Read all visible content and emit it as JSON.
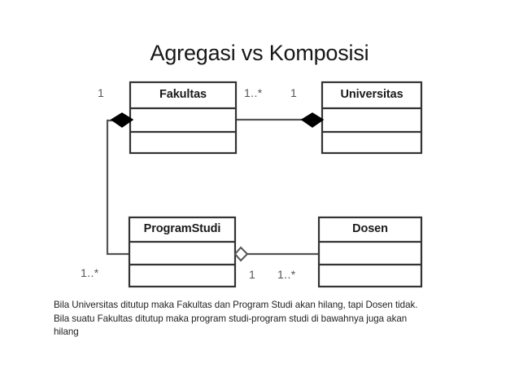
{
  "slide": {
    "title": "Agregasi vs Komposisi",
    "background_color": "#ffffff"
  },
  "diagram": {
    "type": "uml-class-diagram",
    "line_color": "#555555",
    "box_border_color": "#333333",
    "box_fill_color": "#ffffff",
    "classes": [
      {
        "id": "fakultas",
        "name": "Fakultas",
        "compartments": 3
      },
      {
        "id": "universitas",
        "name": "Universitas",
        "compartments": 3
      },
      {
        "id": "programstudi",
        "name": "ProgramStudi",
        "compartments": 3
      },
      {
        "id": "dosen",
        "name": "Dosen",
        "compartments": 3
      }
    ],
    "relationships": [
      {
        "id": "universitas-fakultas",
        "kind": "composition",
        "marker": "filled-diamond",
        "whole": "universitas",
        "part": "fakultas",
        "source_multiplicity": "1",
        "target_multiplicity": "1..*"
      },
      {
        "id": "fakultas-programstudi",
        "kind": "composition",
        "marker": "filled-diamond",
        "whole": "fakultas",
        "part": "programstudi",
        "source_multiplicity": "1",
        "target_multiplicity": "1..*"
      },
      {
        "id": "programstudi-dosen",
        "kind": "aggregation",
        "marker": "hollow-diamond",
        "whole": "programstudi",
        "part": "dosen",
        "source_multiplicity": "1",
        "target_multiplicity": "1..*"
      }
    ],
    "multiplicity_labels": {
      "top_left": "1",
      "top_mid_left": "1..*",
      "top_mid_right": "1",
      "bottom_left": "1..*",
      "bottom_mid_left": "1",
      "bottom_mid_right": "1..*"
    }
  },
  "caption": {
    "line1": "Bila Universitas ditutup maka Fakultas dan Program Studi akan hilang, tapi Dosen tidak.",
    "line2": "Bila suatu Fakultas ditutup maka program studi-program studi di bawahnya juga akan",
    "line3": "hilang"
  }
}
